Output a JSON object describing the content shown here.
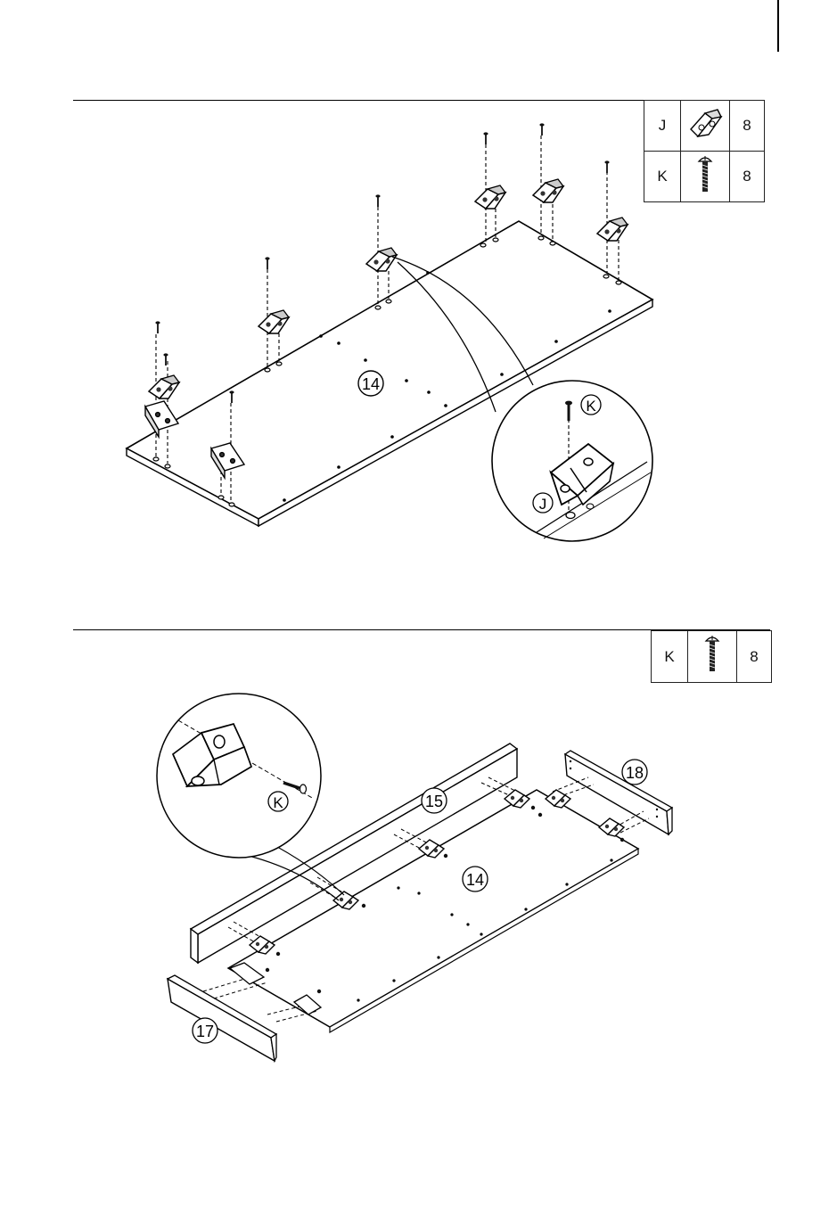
{
  "step1": {
    "hardware": [
      {
        "letter": "J",
        "icon": "corner-bracket-icon",
        "qty": "8"
      },
      {
        "letter": "K",
        "icon": "screw-icon",
        "qty": "8"
      }
    ],
    "panel_label": "14",
    "callout_bracket_label": "J",
    "callout_screw_label": "K"
  },
  "step2": {
    "hardware": [
      {
        "letter": "K",
        "icon": "screw-icon",
        "qty": "8"
      }
    ],
    "labels": {
      "panel_14": "14",
      "panel_15": "15",
      "panel_17": "17",
      "panel_18": "18"
    },
    "callout_screw_label": "K"
  }
}
